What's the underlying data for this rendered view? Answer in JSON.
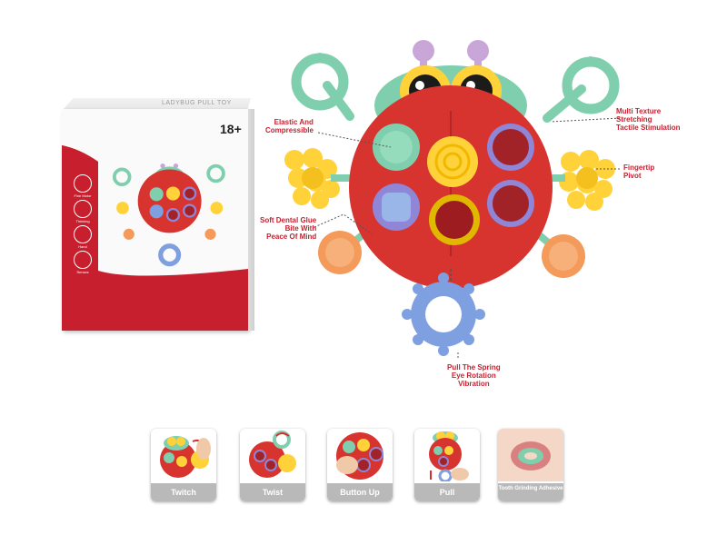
{
  "package": {
    "top_text": "LADYBUG PULL TOY",
    "age": "18+",
    "title": "LADYBUG PULL TOY",
    "subtitle": "EDUCATIONAL TOYS",
    "features": [
      "Fine Motor",
      "Thinking",
      "Hand",
      "Senses"
    ]
  },
  "callouts": {
    "elastic": [
      "Elastic And",
      "Compressible"
    ],
    "soft": [
      "Soft Dental Glue",
      "Bite With",
      "Peace Of Mind"
    ],
    "multi": [
      "Multi Texture",
      "Stretching",
      "Tactile Stimulation"
    ],
    "fingertip": [
      "Fingertip",
      "Pivot"
    ],
    "pull": [
      "Pull The Spring",
      "Eye Rotation",
      "Vibration"
    ]
  },
  "thumbs": [
    {
      "label": "Twitch"
    },
    {
      "label": "Twist"
    },
    {
      "label": "Button Up"
    },
    {
      "label": "Pull"
    },
    {
      "label": "Tooth Grinding Adhesive"
    }
  ],
  "colors": {
    "brand_red": "#c81f2e",
    "ladybug_red": "#d8342f",
    "mint": "#7fcfae",
    "yellow": "#ffd23a",
    "orange": "#f49a5a",
    "blue": "#7e9fe0",
    "purple_rim": "#8f86d8"
  }
}
